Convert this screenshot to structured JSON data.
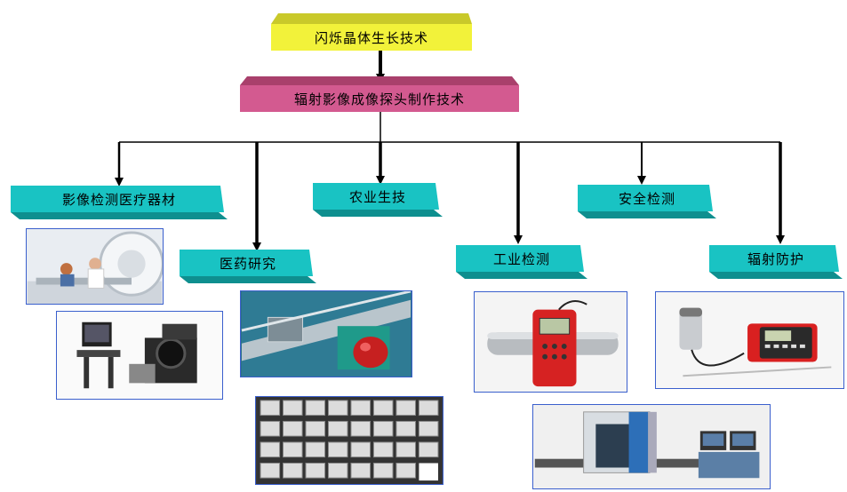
{
  "diagram": {
    "top_box": "闪烁晶体生长技术",
    "second_box": "辐射影像成像探头制作技术",
    "branches": [
      "影像检测医疗器材",
      "医药研究",
      "农业生技",
      "工业检测",
      "安全检测",
      "辐射防护"
    ]
  },
  "colors": {
    "top_box": "#f2f23a",
    "second_box": "#d35a90",
    "branch_box": "#19c3c3",
    "photo_border": "#3a5fcd"
  }
}
